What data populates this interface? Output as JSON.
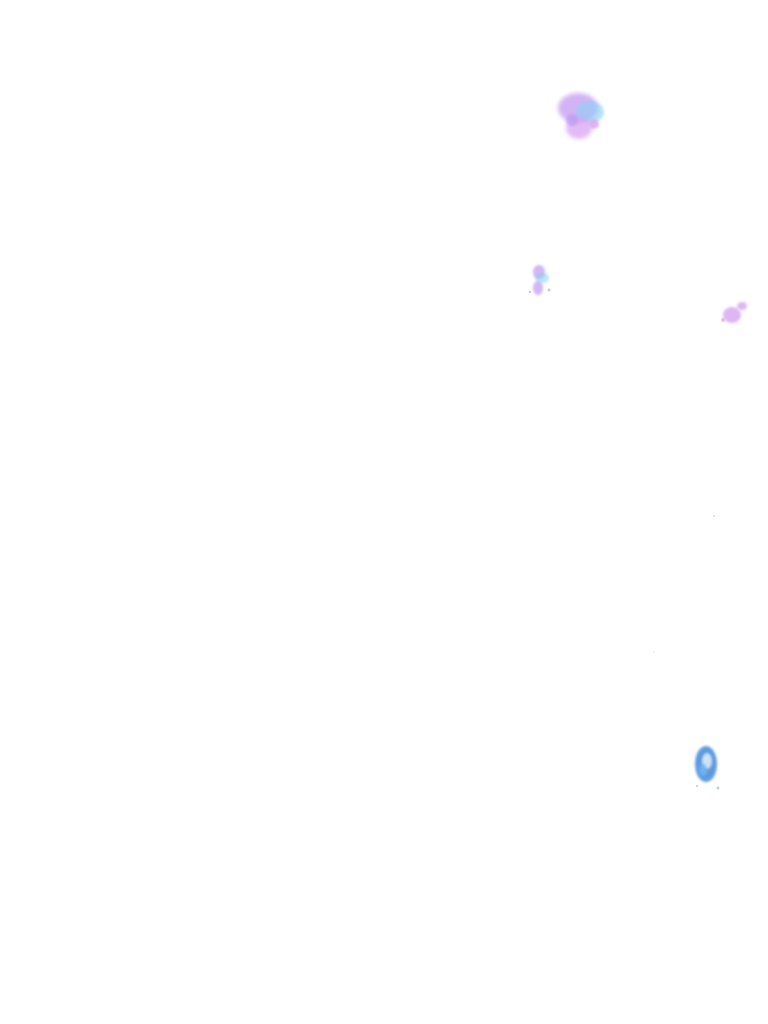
{
  "image": {
    "background": "#ffffff",
    "marks": [
      {
        "name": "watercolor-splotch-cluster",
        "colors": [
          "#c49bf2",
          "#8ed0f6",
          "#d8a2f0"
        ]
      },
      {
        "name": "watercolor-splotch-small",
        "colors": [
          "#c9a2ef",
          "#85cff1"
        ]
      },
      {
        "name": "watercolor-splotch-edge",
        "colors": [
          "#d5a4f1"
        ]
      },
      {
        "name": "watercolor-splotch-blue",
        "colors": [
          "#4e90dd",
          "#73b7ef"
        ]
      }
    ]
  }
}
